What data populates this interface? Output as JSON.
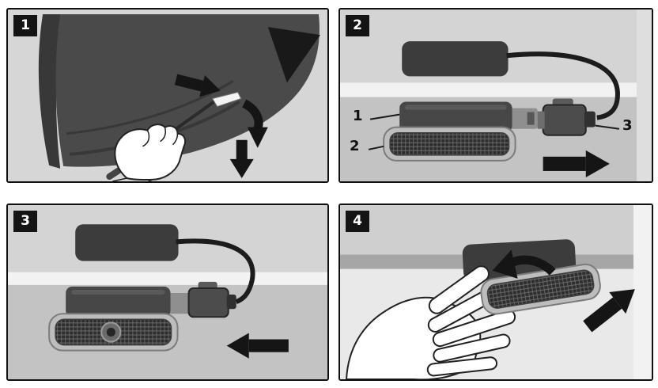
{
  "sheet": {
    "panels": [
      {
        "number": "1",
        "step": "pry-open-trim-with-flat-tool"
      },
      {
        "number": "2",
        "step": "remove-lamp-and-disconnect-connector",
        "callouts": [
          {
            "text": "1",
            "target": "lamp-housing"
          },
          {
            "text": "2",
            "target": "lamp-lens"
          },
          {
            "text": "3",
            "target": "wiring-connector"
          }
        ]
      },
      {
        "number": "3",
        "step": "plug-connector-into-lamp"
      },
      {
        "number": "4",
        "step": "fit-lamp-into-opening-by-hand"
      }
    ],
    "colors": {
      "page_background": "#ffffff",
      "panel_background": "#d6d6d6",
      "panel_border": "#101010",
      "dark_part": "#3c3c3c",
      "mid_gray": "#8f8f8f",
      "arrow": "#151515",
      "badge_background": "#141414",
      "badge_text": "#ffffff"
    }
  }
}
